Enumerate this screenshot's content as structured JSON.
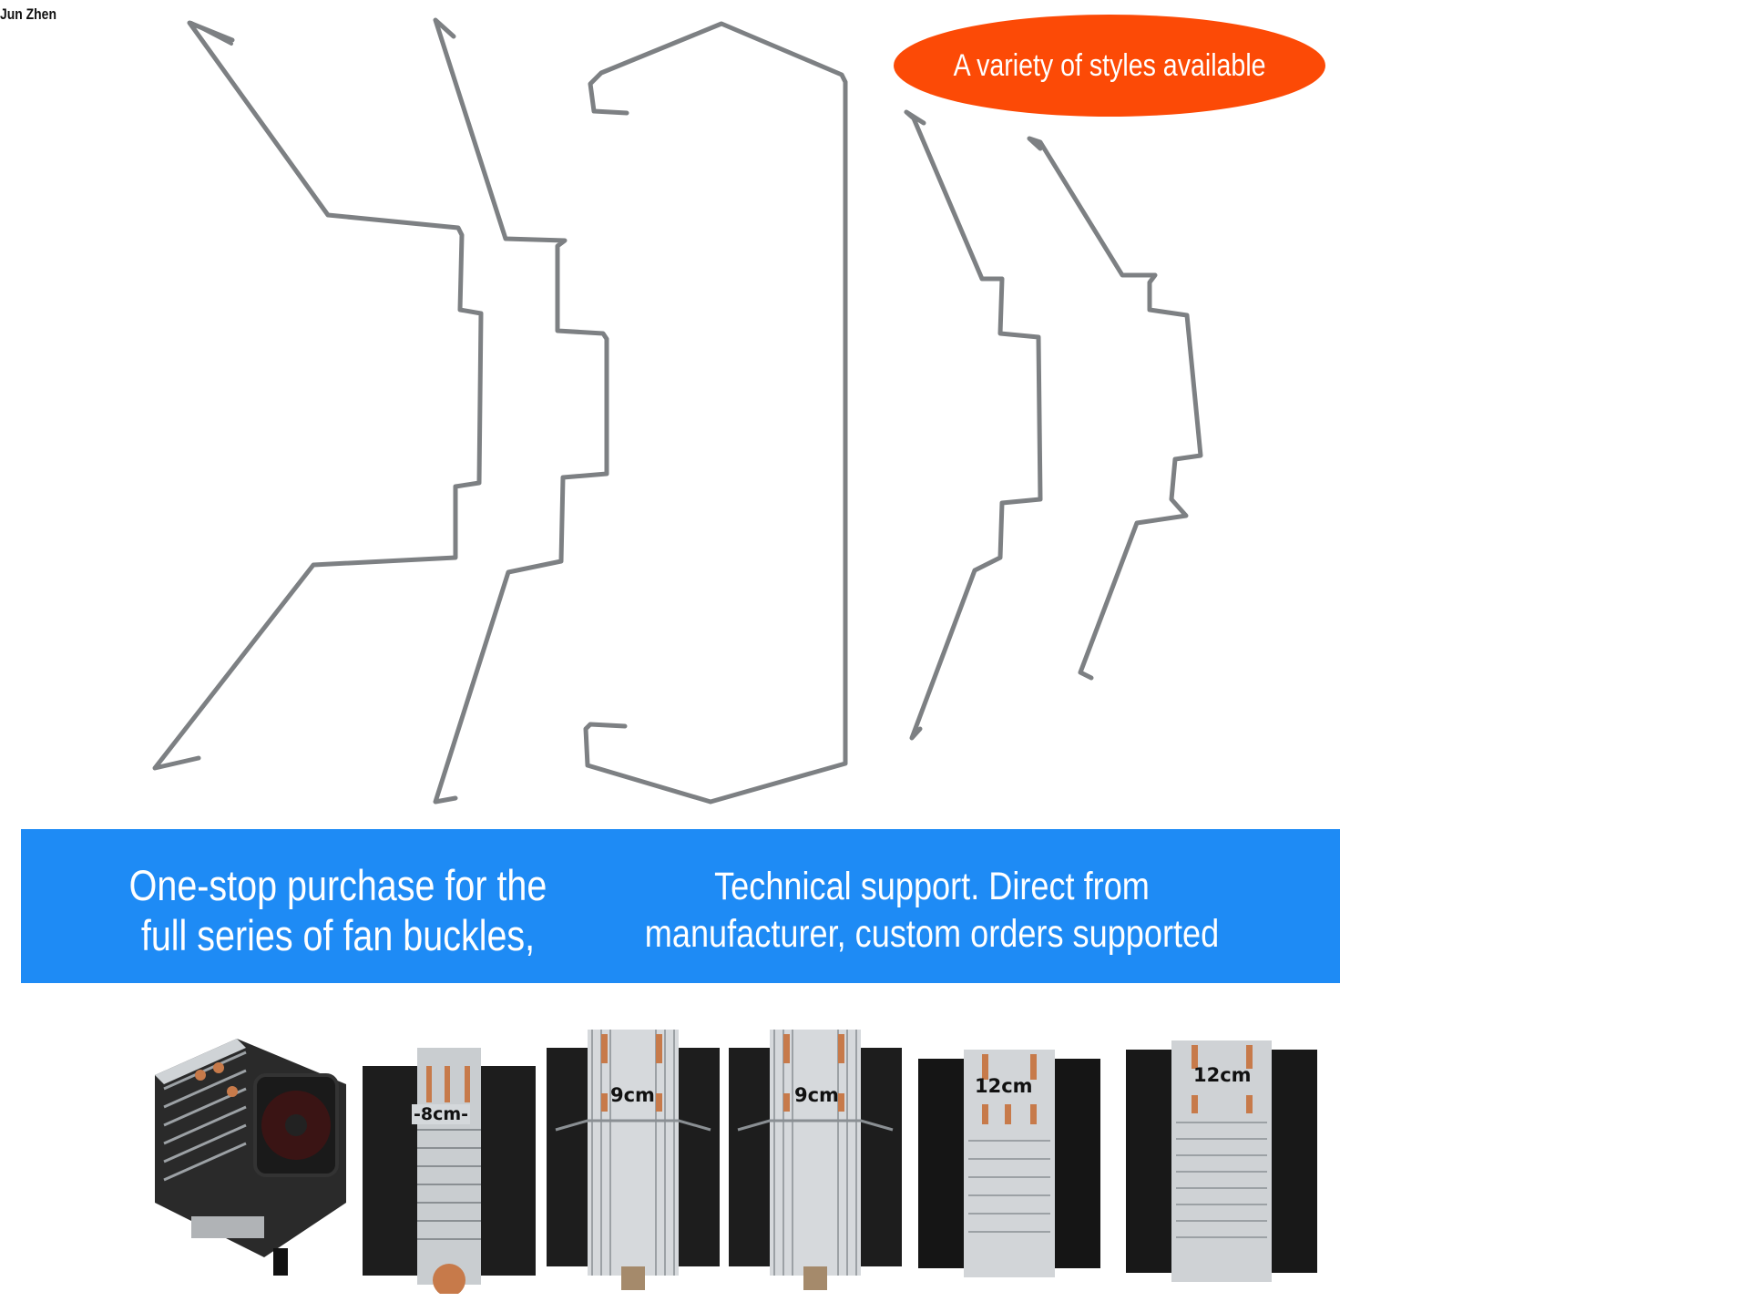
{
  "brand": "Jun Zhen",
  "badge": {
    "text": "A variety of styles available",
    "color": "#fc4a06"
  },
  "banner": {
    "color": "#1e8bf5",
    "left_text": "One-stop purchase for the full series of fan buckles,",
    "right_text": "Technical support. Direct from manufacturer, custom orders supported"
  },
  "products": {
    "labels": [
      "-8cm-",
      "9cm",
      "9cm",
      "12cm",
      "12cm"
    ]
  }
}
